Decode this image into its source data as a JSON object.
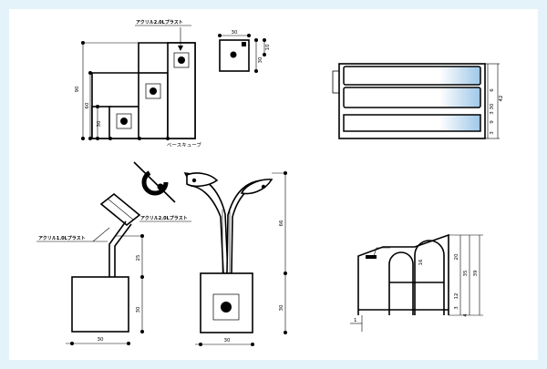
{
  "colors": {
    "border": "#e4f3f9",
    "line": "#000000",
    "panel_gradient_start": "#ffffff",
    "panel_gradient_end": "#9ec7e8"
  },
  "front_view": {
    "top_label": "アクリル2.0Lプラスト",
    "base_label": "ベースキューブ",
    "dim_height_total": "90",
    "dim_height_mid": "60",
    "dim_height_low": "30"
  },
  "cube_view": {
    "dim_width": "30",
    "dim_height": "30",
    "dim_small": "10"
  },
  "shelf_view": {
    "dim_top": "6",
    "dim_total": "42",
    "dim_mid": "30",
    "dim_low": "9",
    "dim_tiny": "3",
    "dim_tiny2": "3"
  },
  "side_view": {
    "label_upper": "アクリル2.0Lプラスト",
    "label_lower": "アクリル1.0Lプラスト",
    "dim_rise": "25",
    "dim_base_h": "30",
    "dim_base_w": "30"
  },
  "branch_view": {
    "dim_branch": "66",
    "dim_base_h": "30",
    "dim_base_w": "30"
  },
  "profile_view": {
    "dim_20": "20",
    "dim_35": "35",
    "dim_39": "39",
    "dim_12": "12",
    "dim_3": "3",
    "dim_4": "4",
    "dim_16": "16",
    "dim_1": "1"
  }
}
